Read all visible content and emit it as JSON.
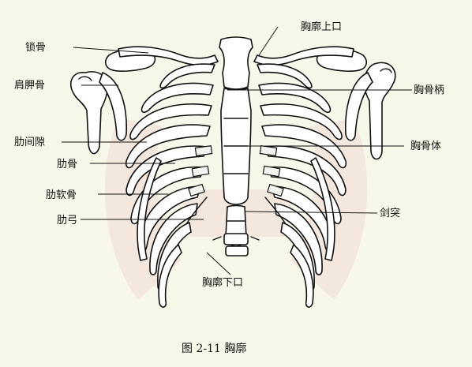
{
  "labels": {
    "clavicle": "锁骨",
    "scapula": "肩胛骨",
    "intercostal_space": "肋间隙",
    "rib": "肋骨",
    "costal_cartilage": "肋软骨",
    "costal_arch": "肋弓",
    "superior_aperture": "胸廓上口",
    "manubrium": "胸骨柄",
    "sternum_body": "胸骨体",
    "xiphoid": "剑突",
    "inferior_aperture": "胸廓下口"
  },
  "caption": "图 2-11  胸廓"
}
